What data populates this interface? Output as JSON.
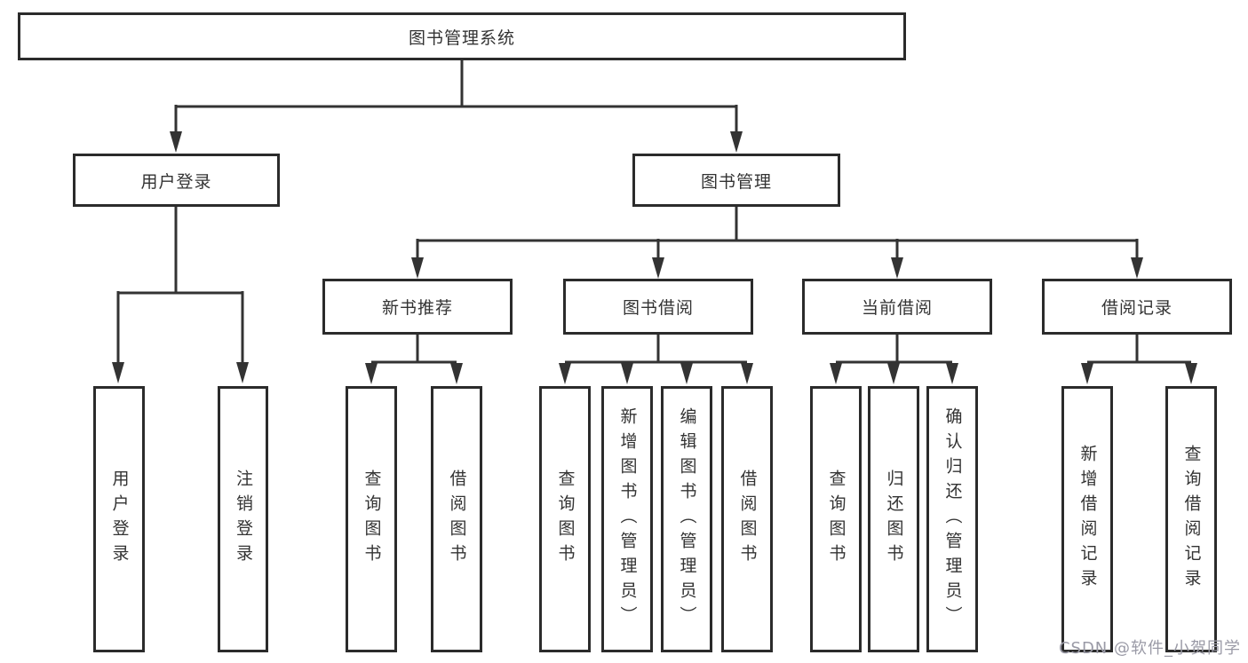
{
  "tree": {
    "label": "图书管理系统",
    "children": [
      {
        "label": "用户登录",
        "children": [
          {
            "label": "用户登录"
          },
          {
            "label": "注销登录"
          }
        ]
      },
      {
        "label": "图书管理",
        "children": [
          {
            "label": "新书推荐",
            "children": [
              {
                "label": "查询图书"
              },
              {
                "label": "借阅图书"
              }
            ]
          },
          {
            "label": "图书借阅",
            "children": [
              {
                "label": "查询图书"
              },
              {
                "label": "新增图书（管理员）"
              },
              {
                "label": "编辑图书（管理员）"
              },
              {
                "label": "借阅图书"
              }
            ]
          },
          {
            "label": "当前借阅",
            "children": [
              {
                "label": "查询图书"
              },
              {
                "label": "归还图书"
              },
              {
                "label": "确认归还（管理员）"
              }
            ]
          },
          {
            "label": "借阅记录",
            "children": [
              {
                "label": "新增借阅记录"
              },
              {
                "label": "查询借阅记录"
              }
            ]
          }
        ]
      }
    ]
  },
  "watermark": "CSDN @软件_小贺同学",
  "colors": {
    "line": "#333333",
    "box_border": "#2b2b2b",
    "box_fill": "#ffffff",
    "text": "#333333",
    "watermark": "#9a9aa6"
  }
}
